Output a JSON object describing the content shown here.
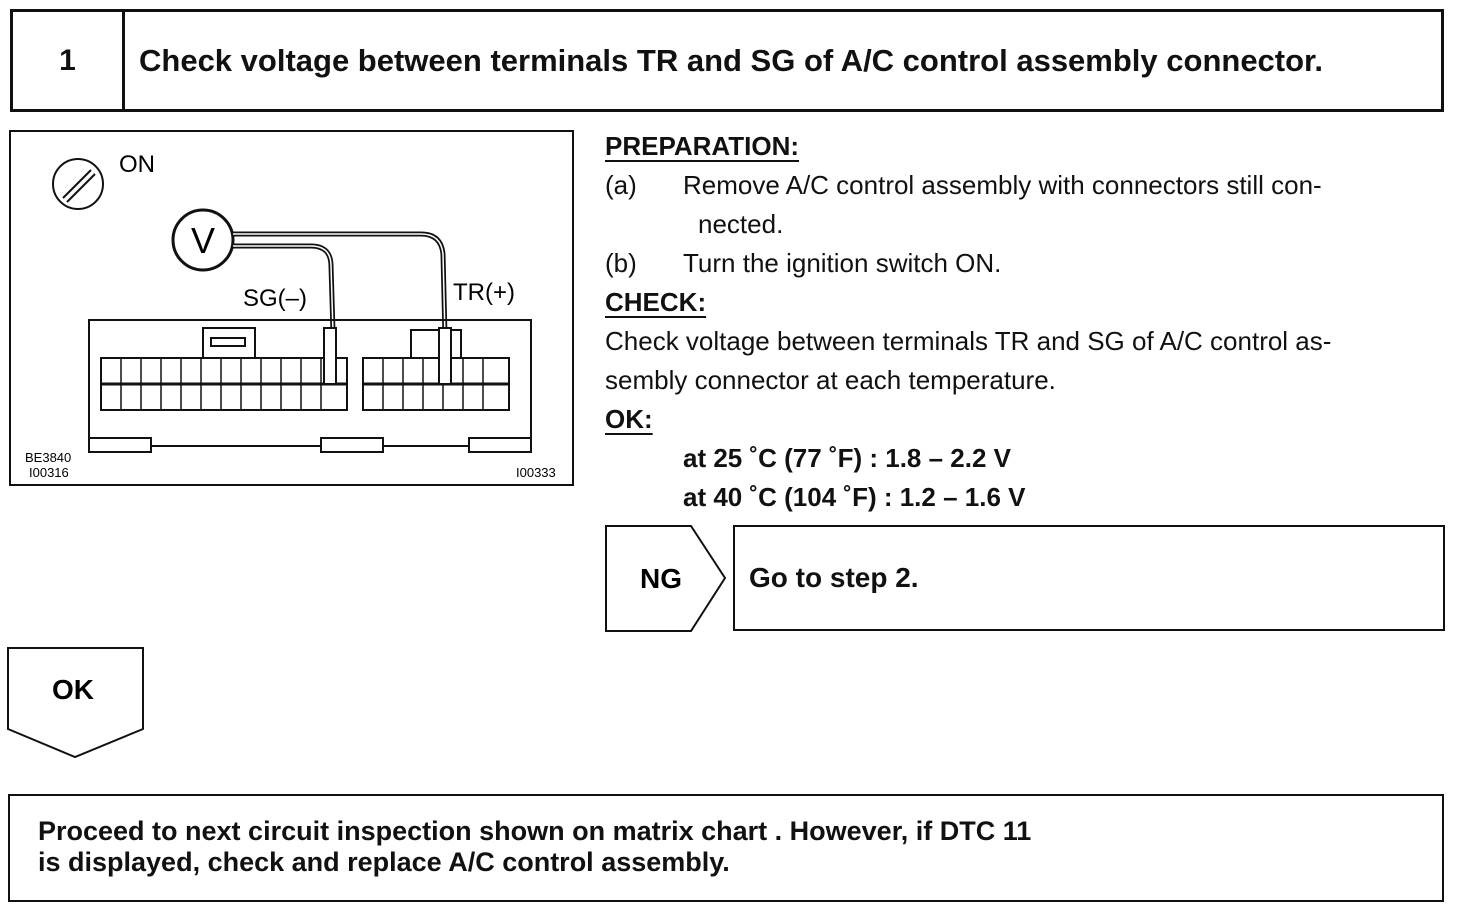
{
  "step": {
    "number": "1",
    "title": "Check voltage between terminals TR and SG of A/C control assembly connector."
  },
  "diagram": {
    "ignition_label": "ON",
    "meter_label": "V",
    "sg_label": "SG(–)",
    "tr_label": "TR(+)",
    "code_left_1": "BE3840",
    "code_left_2": "I00316",
    "code_right": "I00333"
  },
  "preparation": {
    "heading": "PREPARATION:",
    "items": [
      {
        "label": "(a)",
        "text": "Remove A/C control assembly with connectors still con-",
        "cont": "nected."
      },
      {
        "label": "(b)",
        "text": "Turn the ignition switch ON."
      }
    ]
  },
  "check": {
    "heading": "CHECK:",
    "line1": "Check voltage between terminals TR and SG of A/C control as-",
    "line2": "sembly connector at each temperature."
  },
  "ok": {
    "heading": "OK:",
    "spec1": "at 25 ˚C (77 ˚F) : 1.8 – 2.2 V",
    "spec2": "at 40 ˚C (104 ˚F) : 1.2 – 1.6 V"
  },
  "ng_branch": {
    "label": "NG",
    "action": "Go to step 2."
  },
  "ok_branch": {
    "label": "OK"
  },
  "final": {
    "line1": "Proceed to next circuit inspection shown on matrix chart .  However, if DTC 11",
    "line2": "is displayed, check and replace A/C control assembly."
  }
}
